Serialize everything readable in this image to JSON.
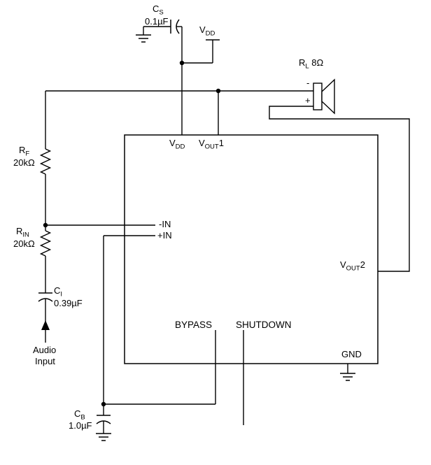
{
  "title": "Audio power amplifier application schematic",
  "colors": {
    "wire": "#000000",
    "text": "#000000",
    "background": "#ffffff"
  },
  "ic": {
    "pins": [
      "VDD",
      "VOUT1",
      "-IN",
      "+IN",
      "VOUT2",
      "BYPASS",
      "SHUTDOWN",
      "GND"
    ]
  },
  "labels": {
    "cs": {
      "main": "C",
      "sub": "S"
    },
    "cs_value": {
      "main": "0.1µF"
    },
    "vdd_supply": {
      "main": "V",
      "sub": "DD"
    },
    "rl": {
      "main": "R",
      "sub": "L",
      "rest": " 8Ω"
    },
    "spk_minus": {
      "main": "-"
    },
    "spk_plus": {
      "main": "+"
    },
    "rf": {
      "main": "R",
      "sub": "F"
    },
    "rf_value": {
      "main": "20kΩ"
    },
    "rin": {
      "main": "R",
      "sub": "IN"
    },
    "rin_value": {
      "main": "20kΩ"
    },
    "ci": {
      "main": "C",
      "sub": "I"
    },
    "ci_value": {
      "main": "0.39µF"
    },
    "audio_line1": {
      "main": "Audio"
    },
    "audio_line2": {
      "main": "Input"
    },
    "cb": {
      "main": "C",
      "sub": "B"
    },
    "cb_value": {
      "main": "1.0µF"
    },
    "pin_vdd": {
      "main": "V",
      "sub": "DD"
    },
    "pin_vout1": {
      "main": "V",
      "sub": "OUT",
      "rest": "1"
    },
    "pin_neg_in": {
      "main": "-IN"
    },
    "pin_pos_in": {
      "main": "+IN"
    },
    "pin_vout2": {
      "main": "V",
      "sub": "OUT",
      "rest": "2"
    },
    "pin_bypass": {
      "main": "BYPASS"
    },
    "pin_shutdown": {
      "main": "SHUTDOWN"
    },
    "pin_gnd": {
      "main": "GND"
    }
  }
}
